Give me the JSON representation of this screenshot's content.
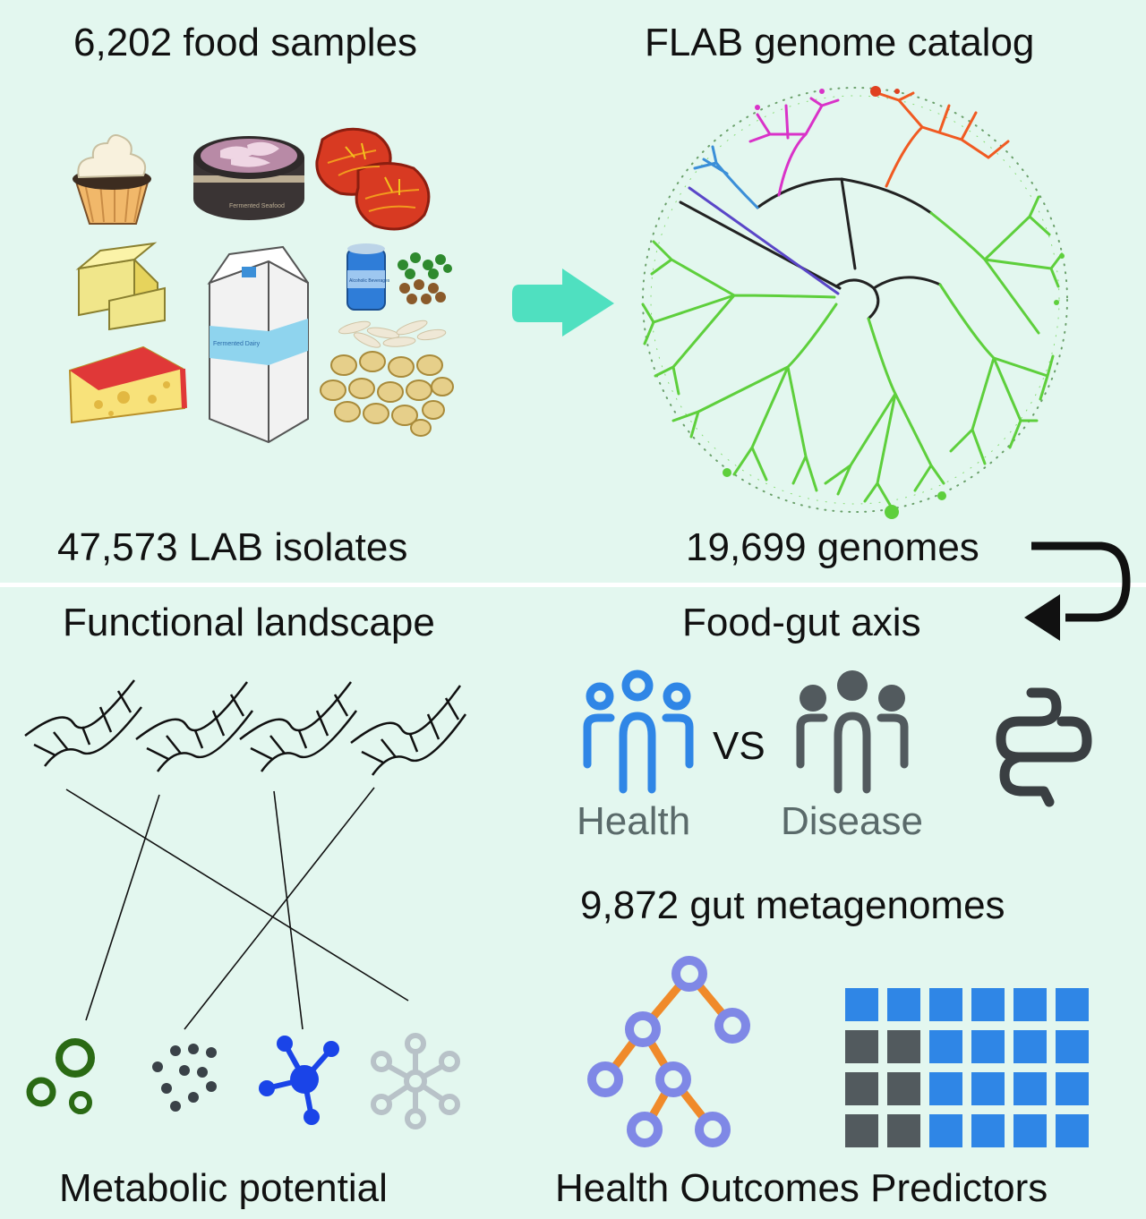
{
  "top_left": {
    "title": "6,202 food samples",
    "caption": "47,573 LAB isolates"
  },
  "top_right": {
    "title": "FLAB genome catalog",
    "caption": "19,699 genomes"
  },
  "bottom_left": {
    "title": "Functional landscape",
    "caption": "Metabolic potential"
  },
  "bottom_right": {
    "title": "Food-gut axis",
    "vs_label": "VS",
    "health_label": "Health",
    "disease_label": "Disease",
    "metagenomes": "9,872 gut metagenomes",
    "caption": "Health Outcomes Predictors"
  },
  "icons": [
    "cupcake-icon",
    "fermented-seafood-icon",
    "fermented-meat-icon",
    "butter-icon",
    "milk-carton-icon",
    "beverage-can-icon",
    "beans-icon",
    "cheese-icon",
    "rice-icon",
    "soybean-icon",
    "arrow-right-icon",
    "phylogenetic-tree-icon",
    "curved-arrow-icon",
    "dna-icon",
    "healthy-group-icon",
    "disease-group-icon",
    "gut-icon",
    "circle-metabolite-icon",
    "dots-metabolite-icon",
    "molecule-icon",
    "network-icon",
    "decision-tree-icon",
    "heatmap-grid-icon"
  ],
  "colors": {
    "background": "#e3f7ef",
    "arrow": "#4fe0c0",
    "tree_green": "#5ecf3c",
    "tree_orange": "#f05a22",
    "tree_magenta": "#d932c8",
    "health_blue": "#2f86e6",
    "disease_gray": "#525a5e",
    "predictor_orange": "#f08a2a",
    "predictor_node": "#7f88e6"
  },
  "labels": {
    "seafood": "Fermented Seafood",
    "dairy": "Fermented Dairy",
    "beverage": "Alcoholic Beverages"
  }
}
